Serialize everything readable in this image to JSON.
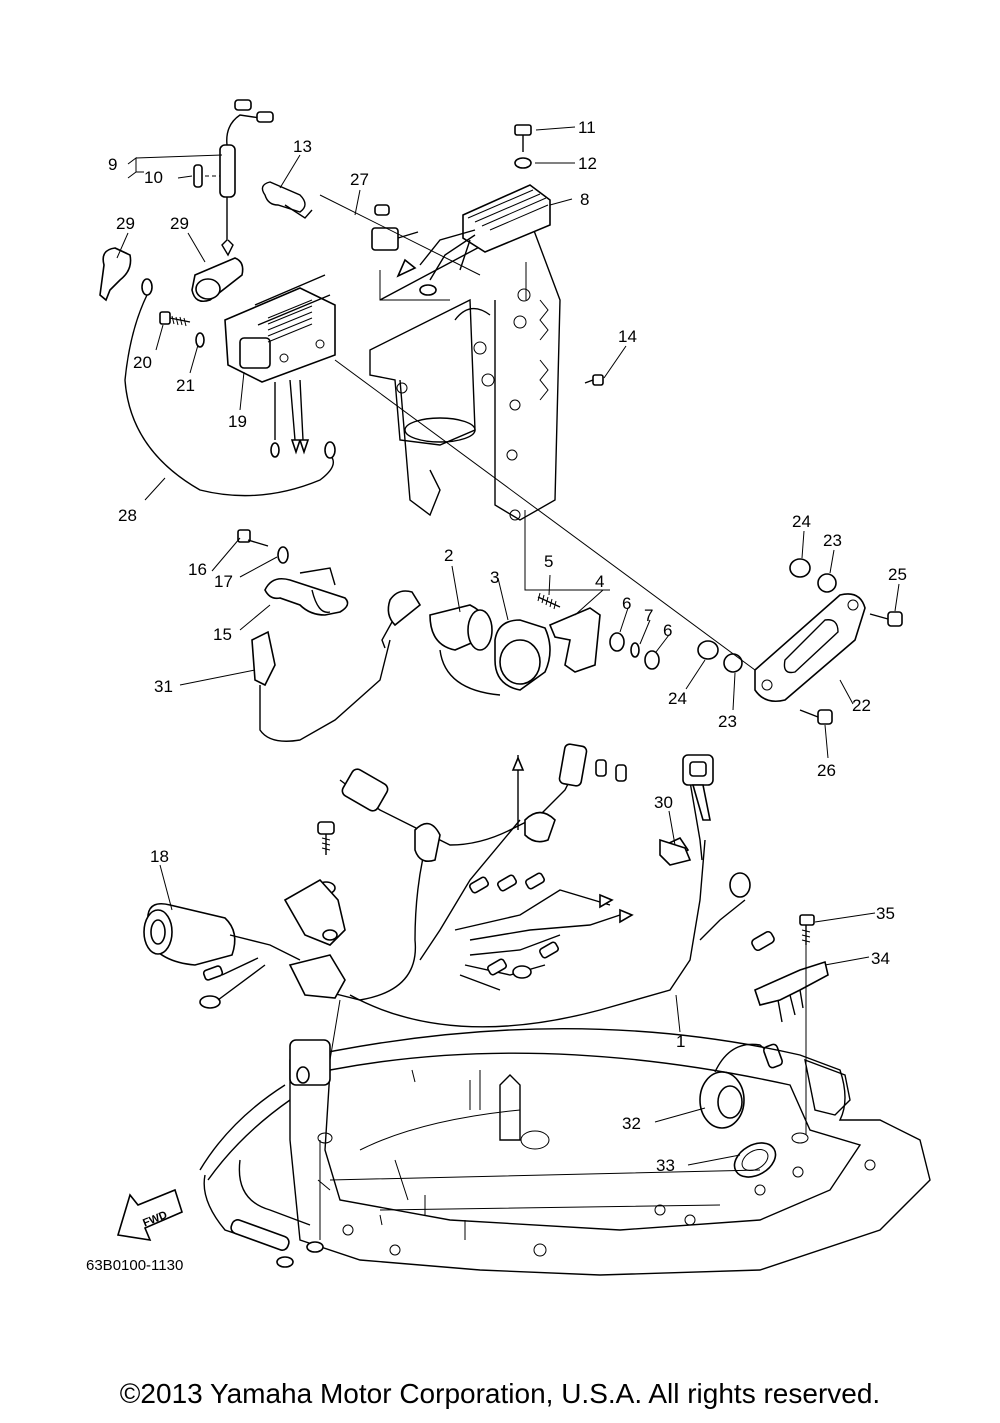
{
  "diagram": {
    "drawing_code": "63B0100-1130",
    "direction_label": "FWD",
    "part_labels": [
      "1",
      "2",
      "3",
      "4",
      "5",
      "6",
      "6",
      "7",
      "8",
      "9",
      "10",
      "11",
      "12",
      "13",
      "14",
      "15",
      "16",
      "17",
      "18",
      "19",
      "20",
      "21",
      "22",
      "23",
      "23",
      "24",
      "24",
      "25",
      "26",
      "27",
      "28",
      "29",
      "29",
      "30",
      "31",
      "32",
      "33",
      "34",
      "35"
    ]
  },
  "footer": {
    "copyright": "©2013 Yamaha Motor Corporation, U.S.A. All rights reserved."
  }
}
